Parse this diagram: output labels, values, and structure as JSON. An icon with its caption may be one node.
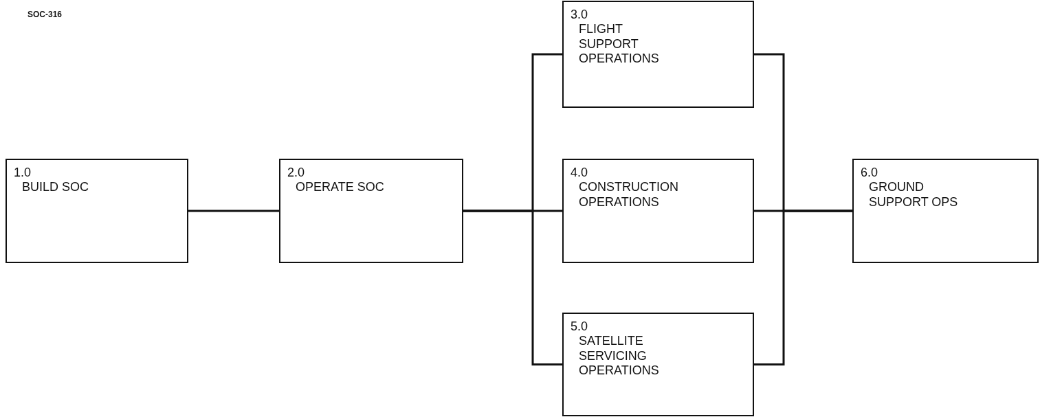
{
  "diagram": {
    "nodes": [
      {
        "text": [
          "1.0",
          "BUILD SOC"
        ]
      },
      {
        "text": [
          "2.0",
          "OPERATE SOC"
        ]
      },
      {
        "text": [
          "3.0",
          "FLIGHT SUPPORT OPERATIONS"
        ]
      },
      {
        "text": [
          "4.0",
          "CONSTRUCTION OPERATIONS"
        ]
      },
      {
        "text": [
          "5.0",
          "SATELLITE SERVICING OPERATIONS"
        ]
      },
      {
        "text": [
          "6.0",
          "GROUND SUPPORT OPS"
        ]
      }
    ],
    "edges": [
      {
        "from": 0,
        "to": 1,
        "arrow": "none"
      },
      {
        "from": 1,
        "to": 2,
        "arrow": "none"
      },
      {
        "from": 1,
        "to": 3,
        "arrow": "none"
      },
      {
        "from": 1,
        "to": 4,
        "arrow": "none"
      },
      {
        "from": 2,
        "to": 5,
        "arrow": "none"
      },
      {
        "from": 3,
        "to": 5,
        "arrow": "none"
      },
      {
        "from": 4,
        "to": 5,
        "arrow": "none"
      }
    ],
    "labels": [
      "SOC-316"
    ]
  }
}
